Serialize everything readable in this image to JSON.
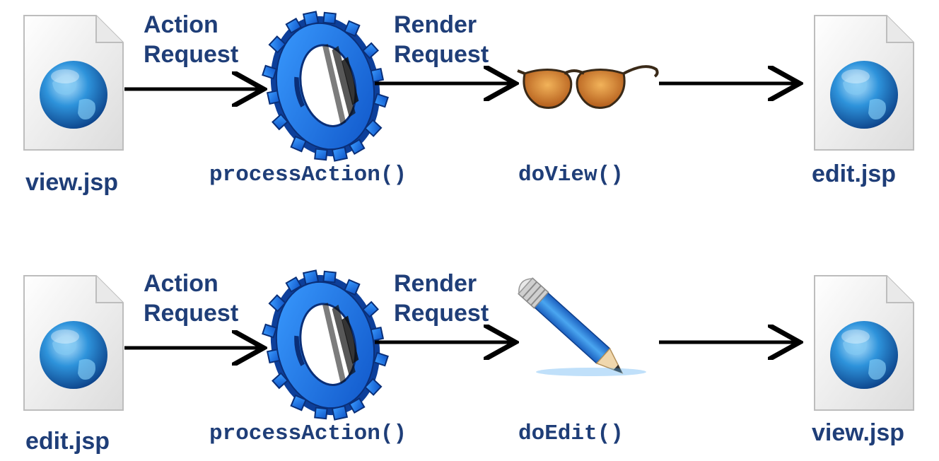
{
  "rows": [
    {
      "source_file": "view.jsp",
      "action_label_line1": "Action",
      "action_label_line2": "Request",
      "action_method": "processAction()",
      "render_label_line1": "Render",
      "render_label_line2": "Request",
      "render_method": "doView()",
      "render_icon": "sunglasses-icon",
      "target_file": "edit.jsp"
    },
    {
      "source_file": "edit.jsp",
      "action_label_line1": "Action",
      "action_label_line2": "Request",
      "action_method": "processAction()",
      "render_label_line1": "Render",
      "render_label_line2": "Request",
      "render_method": "doEdit()",
      "render_icon": "pencil-icon",
      "target_file": "view.jsp"
    }
  ],
  "colors": {
    "text": "#1f3e78",
    "gear": "#1e78e8",
    "arrow": "#000000"
  }
}
